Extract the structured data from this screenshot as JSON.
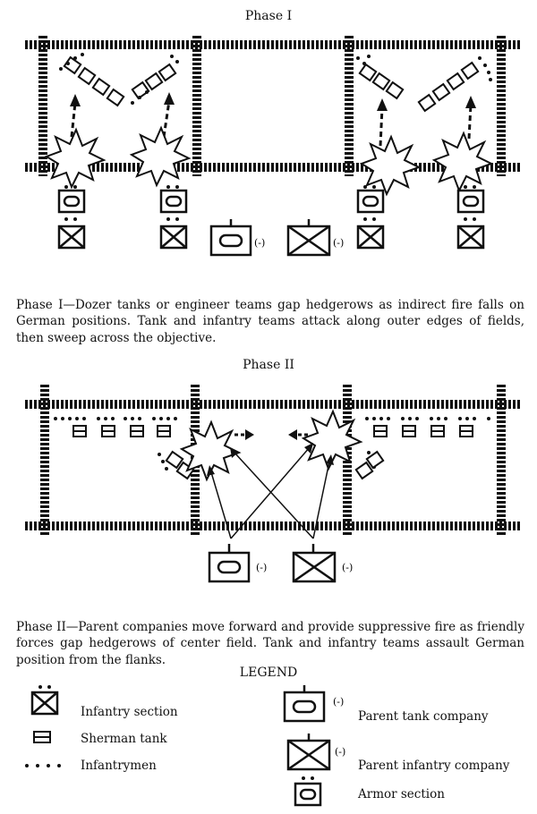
{
  "phase1": {
    "title": "Phase I",
    "caption": "Phase I—Dozer tanks or engineer teams gap hedgerows as indirect fire falls on German positions. Tank and infantry teams attack along outer edges of fields, then sweep across the objective.",
    "strength_marks": [
      "(-)",
      "(-)"
    ]
  },
  "phase2": {
    "title": "Phase II",
    "caption": "Phase II—Parent companies move forward and provide suppressive fire as friendly forces gap hedgerows of center field. Tank and infantry teams assault German position from the flanks.",
    "strength_marks": [
      "(-)",
      "(-)"
    ]
  },
  "legend": {
    "title": "LEGEND",
    "items": {
      "infantry_section": "Infantry section",
      "sherman_tank": "Sherman tank",
      "infantrymen": "Infantrymen",
      "parent_tank_company": "Parent tank company",
      "parent_infantry_company": "Parent infantry company",
      "armor_section": "Armor section"
    },
    "strength_marks": [
      "(-)",
      "(-)"
    ]
  },
  "colors": {
    "ink": "#111111",
    "paper": "#ffffff"
  }
}
